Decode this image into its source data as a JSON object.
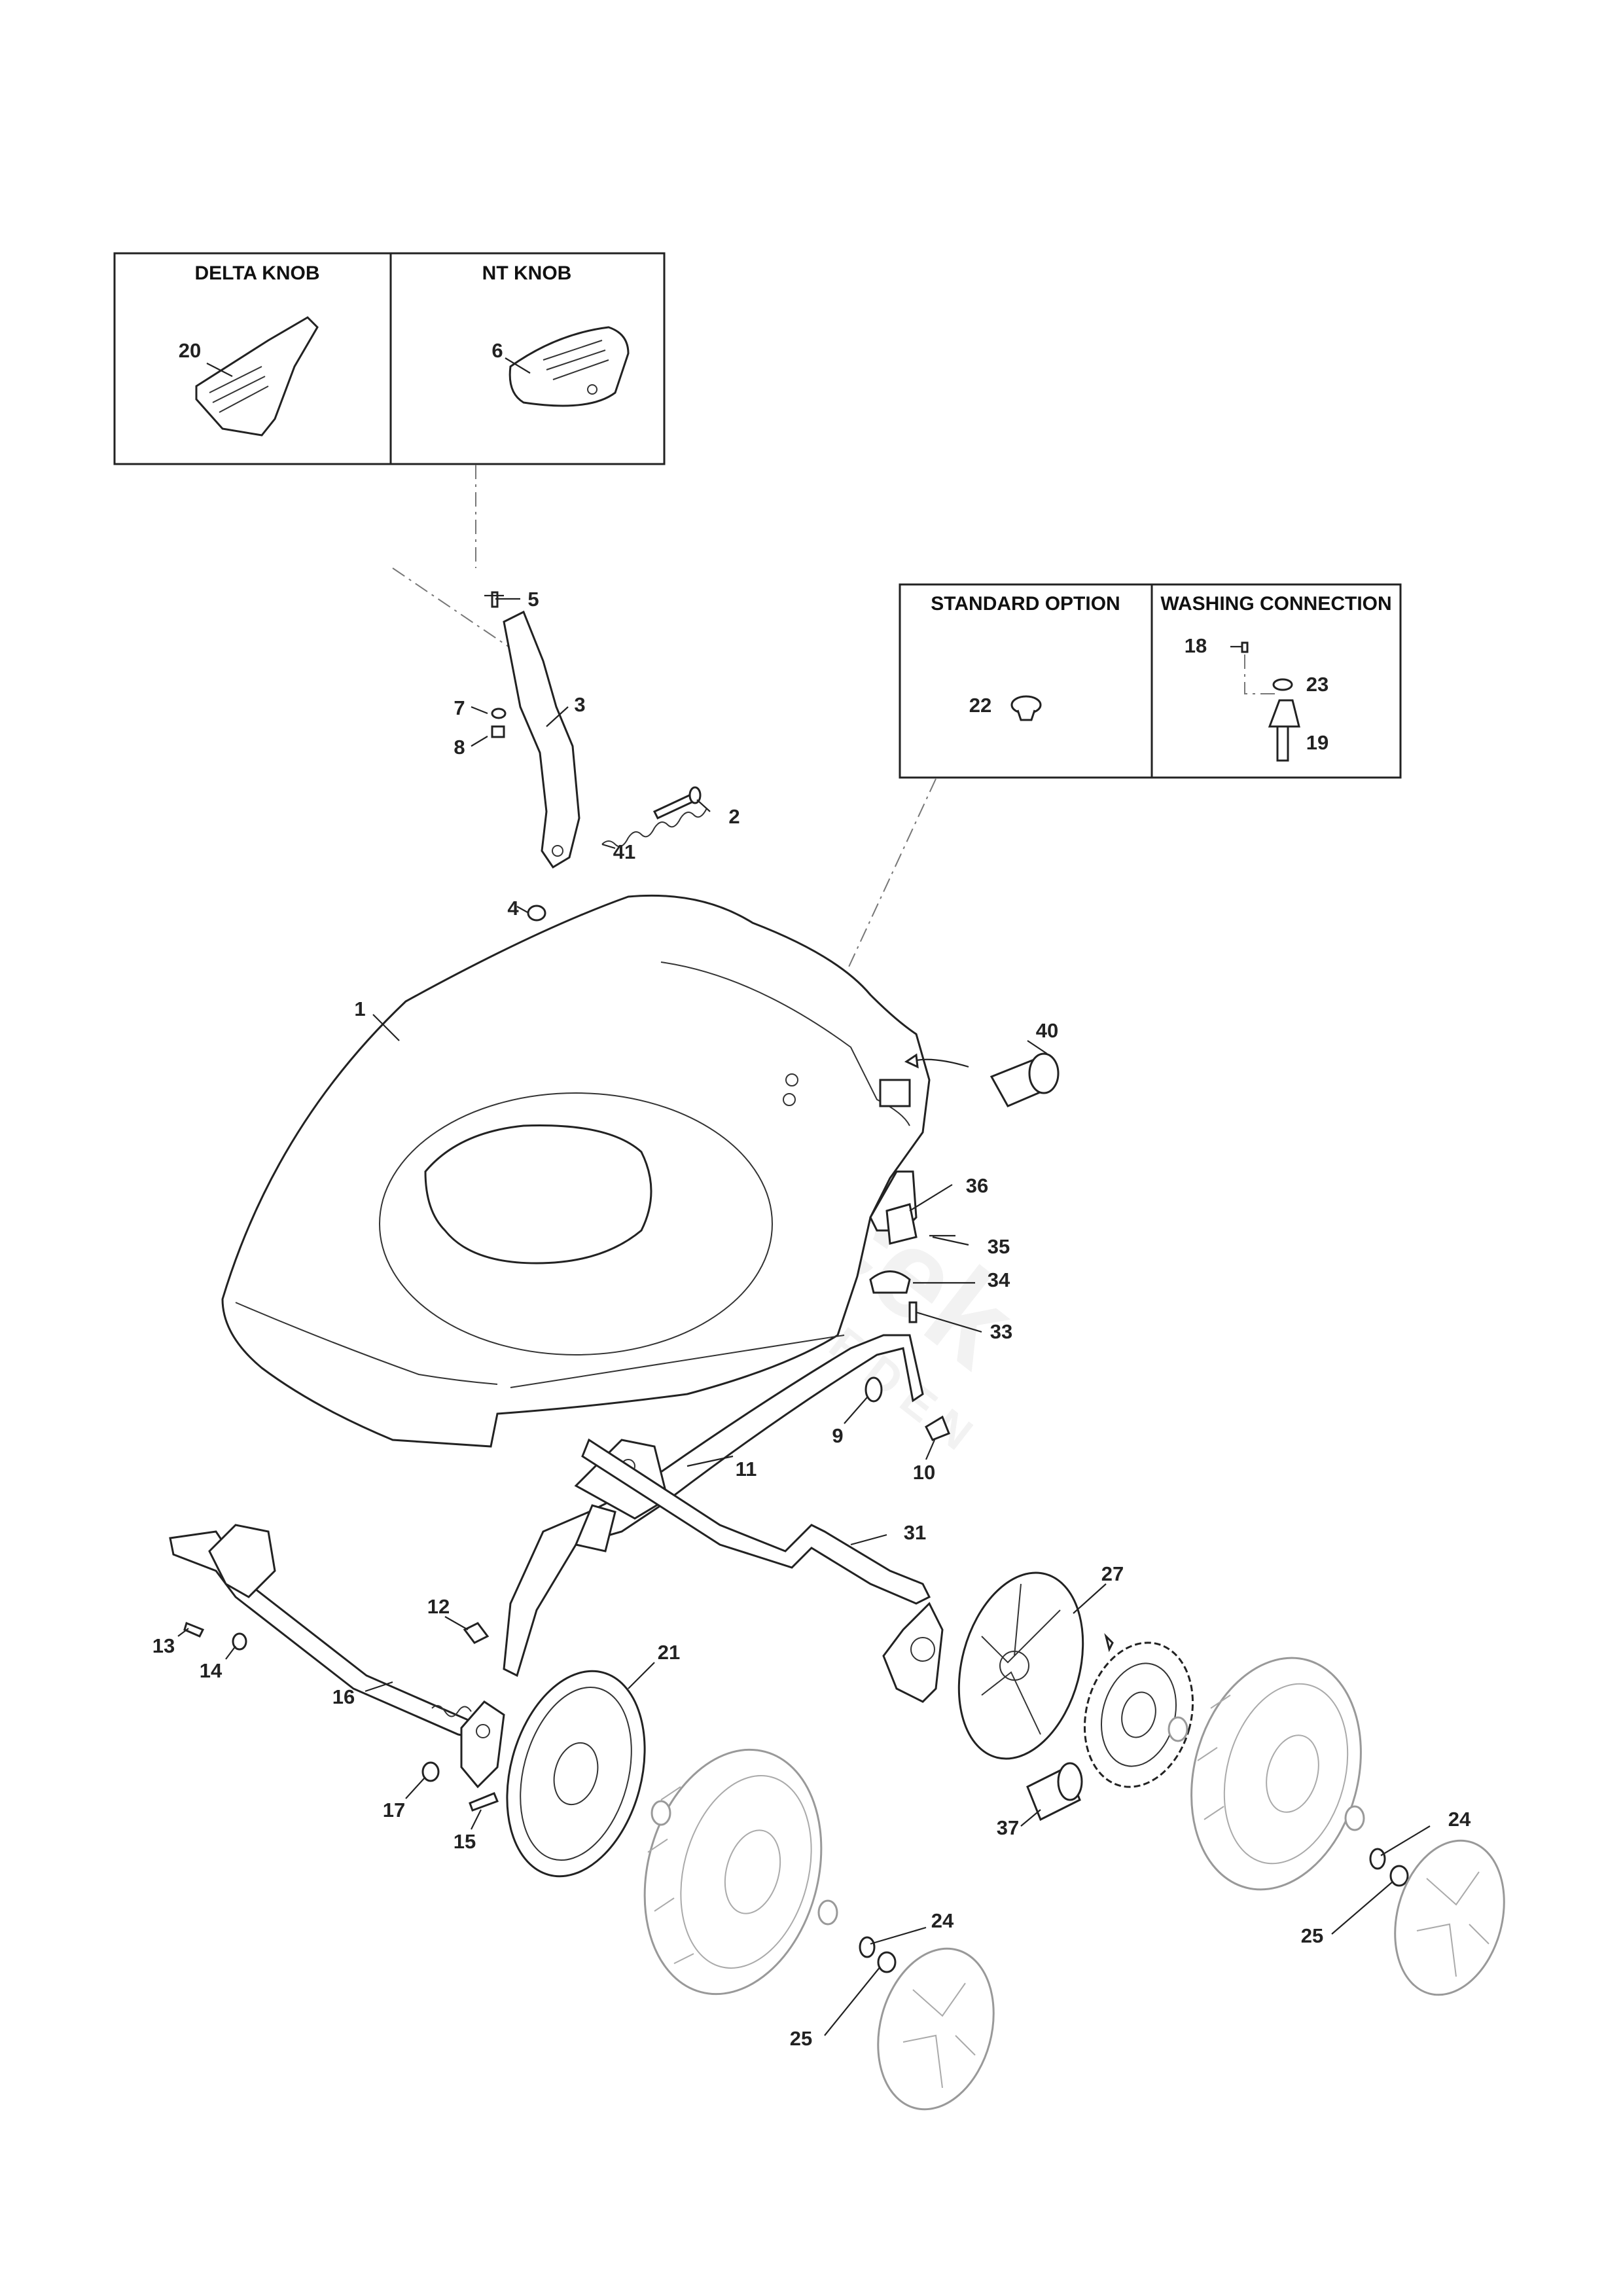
{
  "inset_boxes": {
    "knob_box": {
      "headers": [
        "DELTA KNOB",
        "NT KNOB"
      ]
    },
    "option_box": {
      "headers": [
        "STANDARD OPTION",
        "WASHING CONNECTION"
      ]
    }
  },
  "watermark": {
    "brand": "Starček",
    "sub": "GARDEN"
  },
  "callouts": [
    {
      "id": "c20",
      "label": "20"
    },
    {
      "id": "c6",
      "label": "6"
    },
    {
      "id": "c5",
      "label": "5"
    },
    {
      "id": "c7",
      "label": "7"
    },
    {
      "id": "c3",
      "label": "3"
    },
    {
      "id": "c8",
      "label": "8"
    },
    {
      "id": "c2",
      "label": "2"
    },
    {
      "id": "c41",
      "label": "41"
    },
    {
      "id": "c4",
      "label": "4"
    },
    {
      "id": "c18",
      "label": "18"
    },
    {
      "id": "c23",
      "label": "23"
    },
    {
      "id": "c22",
      "label": "22"
    },
    {
      "id": "c19",
      "label": "19"
    },
    {
      "id": "c1",
      "label": "1"
    },
    {
      "id": "c40",
      "label": "40"
    },
    {
      "id": "c36",
      "label": "36"
    },
    {
      "id": "c35",
      "label": "35"
    },
    {
      "id": "c34",
      "label": "34"
    },
    {
      "id": "c33",
      "label": "33"
    },
    {
      "id": "c9",
      "label": "9"
    },
    {
      "id": "c10",
      "label": "10"
    },
    {
      "id": "c11",
      "label": "11"
    },
    {
      "id": "c31",
      "label": "31"
    },
    {
      "id": "c27",
      "label": "27"
    },
    {
      "id": "c12",
      "label": "12"
    },
    {
      "id": "c13",
      "label": "13"
    },
    {
      "id": "c14",
      "label": "14"
    },
    {
      "id": "c21",
      "label": "21"
    },
    {
      "id": "c16",
      "label": "16"
    },
    {
      "id": "c17",
      "label": "17"
    },
    {
      "id": "c15",
      "label": "15"
    },
    {
      "id": "c37",
      "label": "37"
    },
    {
      "id": "c24a",
      "label": "24"
    },
    {
      "id": "c25a",
      "label": "25"
    },
    {
      "id": "c24b",
      "label": "24"
    },
    {
      "id": "c25b",
      "label": "25"
    }
  ]
}
